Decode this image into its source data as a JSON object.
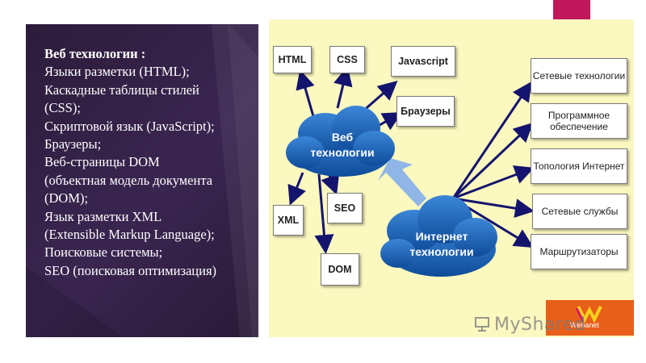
{
  "left_panel": {
    "title": "Веб технологии :",
    "lines": [
      "Языки разметки (HTML);",
      "Каскадные таблицы стилей",
      "(CSS);",
      "Скриптовой язык (JavaScript);",
      "Браузеры;",
      "Веб-страницы DOM",
      "(объектная модель документа",
      "(DOM);",
      "Язык разметки XML",
      "(Extensible Markup Language);",
      "Поисковые системы;",
      "SEO (поисковая оптимизация)"
    ]
  },
  "diagram": {
    "web_cloud": {
      "line1": "Веб",
      "line2": "технологии"
    },
    "internet_cloud": {
      "line1": "Интернет",
      "line2": "технологии"
    },
    "web_boxes": {
      "html": "HTML",
      "css": "CSS",
      "javascript": "Javascript",
      "browsers": "Браузеры",
      "xml": "XML",
      "seo": "SEO",
      "dom": "DOM"
    },
    "internet_boxes": {
      "network_tech": "Сетевые технологии",
      "software_line1": "Программное",
      "software_line2": "обеспечение",
      "topology": "Топология Интернет",
      "network_services": "Сетевые службы",
      "routers": "Маршрутизаторы"
    },
    "colors": {
      "background": "#fbf8c0",
      "cloud_blue": "#1a5fb4",
      "arrow_dark": "#14146e",
      "arrow_light": "#8fb6e6"
    }
  },
  "logo": {
    "text": "Webanet"
  },
  "watermark": {
    "text": "MyShared"
  }
}
